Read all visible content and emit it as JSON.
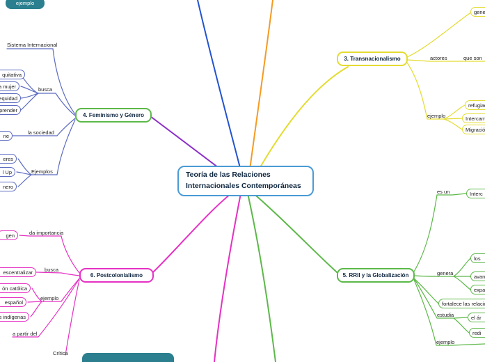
{
  "colors": {
    "center_border": "#4a9bd5",
    "blue_curve": "#2353cf",
    "orange_curve": "#f59a23",
    "yellow": "#e3dc30",
    "violet_curve": "#8c2fc7",
    "magenta": "#e531c3",
    "green": "#5cb849",
    "indigo": "#5c6bc0",
    "teal": "#2b7f8e"
  },
  "center": {
    "line1": "Teoría de las Relaciones",
    "line2": "Internacionales Contemporáneas"
  },
  "floating": {
    "top_left_node": "ejemplo"
  },
  "branches": {
    "transnacionalismo": {
      "title": "3. Transnacionalismo",
      "actores_label": "actores",
      "que_son": "que son",
      "genera_node": "genera",
      "ejemplo_label": "ejemplo",
      "refugiados_node": "refugiad",
      "intercambio_node": "Intercam",
      "migracion_node": "Migració"
    },
    "feminismo": {
      "title": "4. Feminismo y Género",
      "sistema_internacional": "Sistema Internacional",
      "busca_label": "busca",
      "equitativa_node": "quitativa",
      "mujer_node": "a mujer",
      "equidad_node": "equidad",
      "prender_node": "prender",
      "sociedad_label": "la sociedad",
      "ne_node": "ne",
      "ejemplos_label": "Ejemplos",
      "eres_node": "eres",
      "lup_node": "l Up",
      "nero_node": "nero"
    },
    "rrii": {
      "title": "5. RRII y la Globalización",
      "es_un_label": "es un",
      "interc_node": "Interc",
      "genera_label": "genera",
      "los_node": "los",
      "avances_node": "avanc",
      "expansion_node": "expa",
      "fortalece_node": "fortalece las relaciones",
      "estudia_label": "estudia",
      "el_area_node": "el ár",
      "redi_node": "redi",
      "ejemplo_label": "ejemplo"
    },
    "postcolonialismo": {
      "title": "6. Postcolonialismo",
      "da_importancia_label": "da importancia",
      "origen_node": "gen",
      "busca_label": "busca",
      "descentralizar_node": "escentralizar",
      "ejemplo_label": "ejemplo",
      "catolica_node": "ón católica",
      "espanol_node": "español",
      "indigenas_node": "s indígenas",
      "a_partir_del_label": "a partir del",
      "critica_label": "Crítica"
    }
  }
}
